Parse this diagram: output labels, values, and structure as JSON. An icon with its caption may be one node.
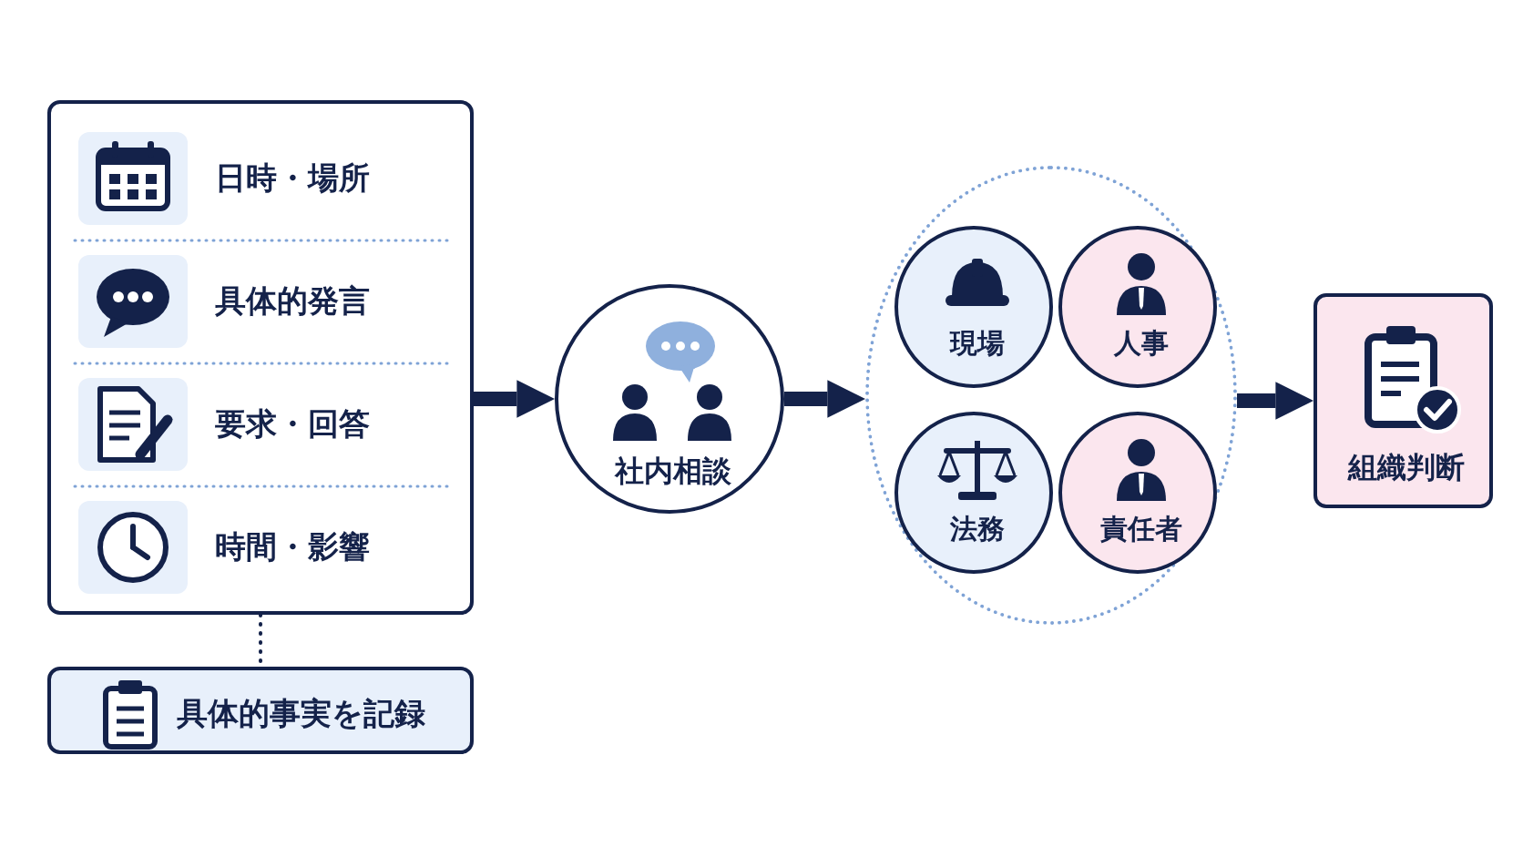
{
  "diagram": {
    "nodes": [
      {
        "text": [],
        "shape": "box"
      },
      {
        "text": [
          "日時・場所"
        ],
        "in": 0
      },
      {
        "text": [
          "具体的発言"
        ],
        "in": 0
      },
      {
        "text": [
          "要求・回答"
        ],
        "in": 0
      },
      {
        "text": [
          "時間・影響"
        ],
        "in": 0
      },
      {
        "text": [
          "具体的事実を記録"
        ]
      },
      {
        "text": [
          "社内相談"
        ]
      },
      {
        "text": [],
        "shape": "circle"
      },
      {
        "text": [
          "現場"
        ],
        "in": 7
      },
      {
        "text": [
          "人事"
        ],
        "in": 7
      },
      {
        "text": [
          "法務"
        ],
        "in": 7
      },
      {
        "text": [
          "責任者"
        ],
        "in": 7
      },
      {
        "text": [
          "組織判断"
        ]
      }
    ],
    "edges": [
      {
        "from": 0,
        "to": 5,
        "arrow": "none",
        "style": "dashed"
      },
      {
        "from": 0,
        "to": 6,
        "arrow": "to"
      },
      {
        "from": 6,
        "to": 7,
        "arrow": "to"
      },
      {
        "from": 7,
        "to": 12,
        "arrow": "to"
      }
    ]
  }
}
